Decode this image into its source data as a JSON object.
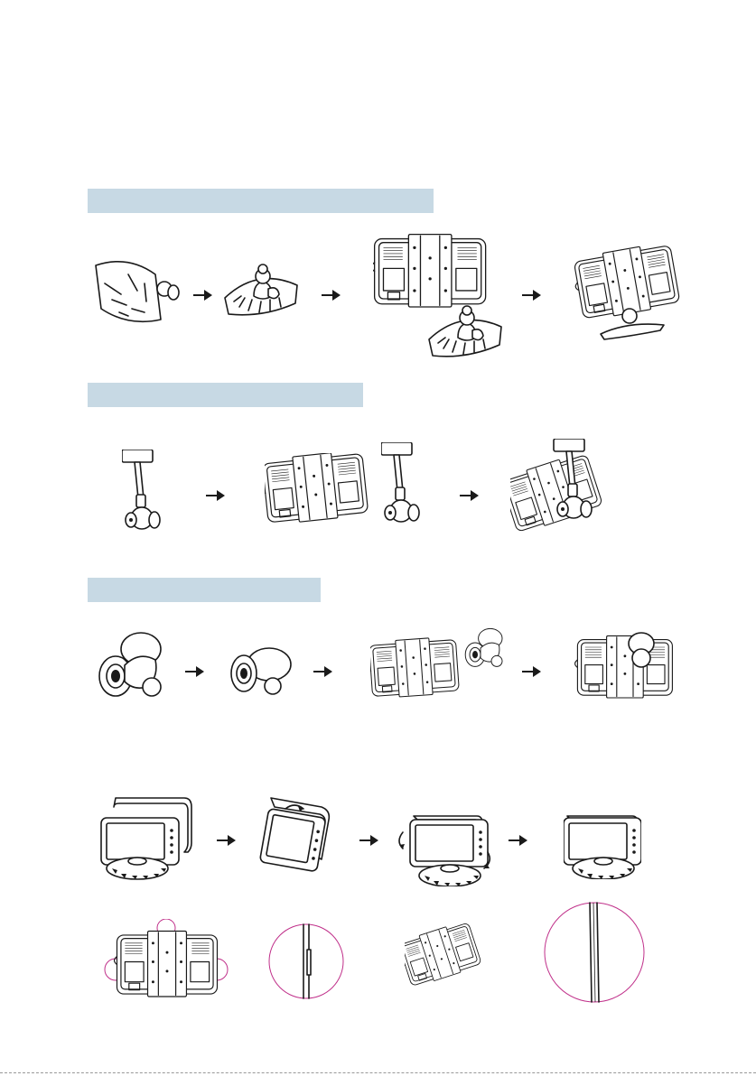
{
  "page": {
    "background": "#ffffff",
    "band_color": "#c7d9e4",
    "line_color": "#1a1a1a",
    "detail_circle_color": "#c0308a"
  },
  "sections": [
    {
      "id": "suction-mount",
      "band_label": "",
      "steps": 4
    },
    {
      "id": "headrest-arm-mount",
      "band_label": "",
      "steps": 3
    },
    {
      "id": "ball-mount",
      "band_label": "",
      "steps": 4
    },
    {
      "id": "sunshade-install",
      "band_label": "",
      "steps": 4
    },
    {
      "id": "detail-views",
      "band_label": "",
      "steps": 4
    }
  ],
  "icons": {
    "arrow": "arrow-right-icon",
    "suction_base": "suction-base-icon",
    "monitor": "monitor-icon",
    "sunshade": "sunshade-icon",
    "detail_zoom": "zoom-circle-icon"
  }
}
